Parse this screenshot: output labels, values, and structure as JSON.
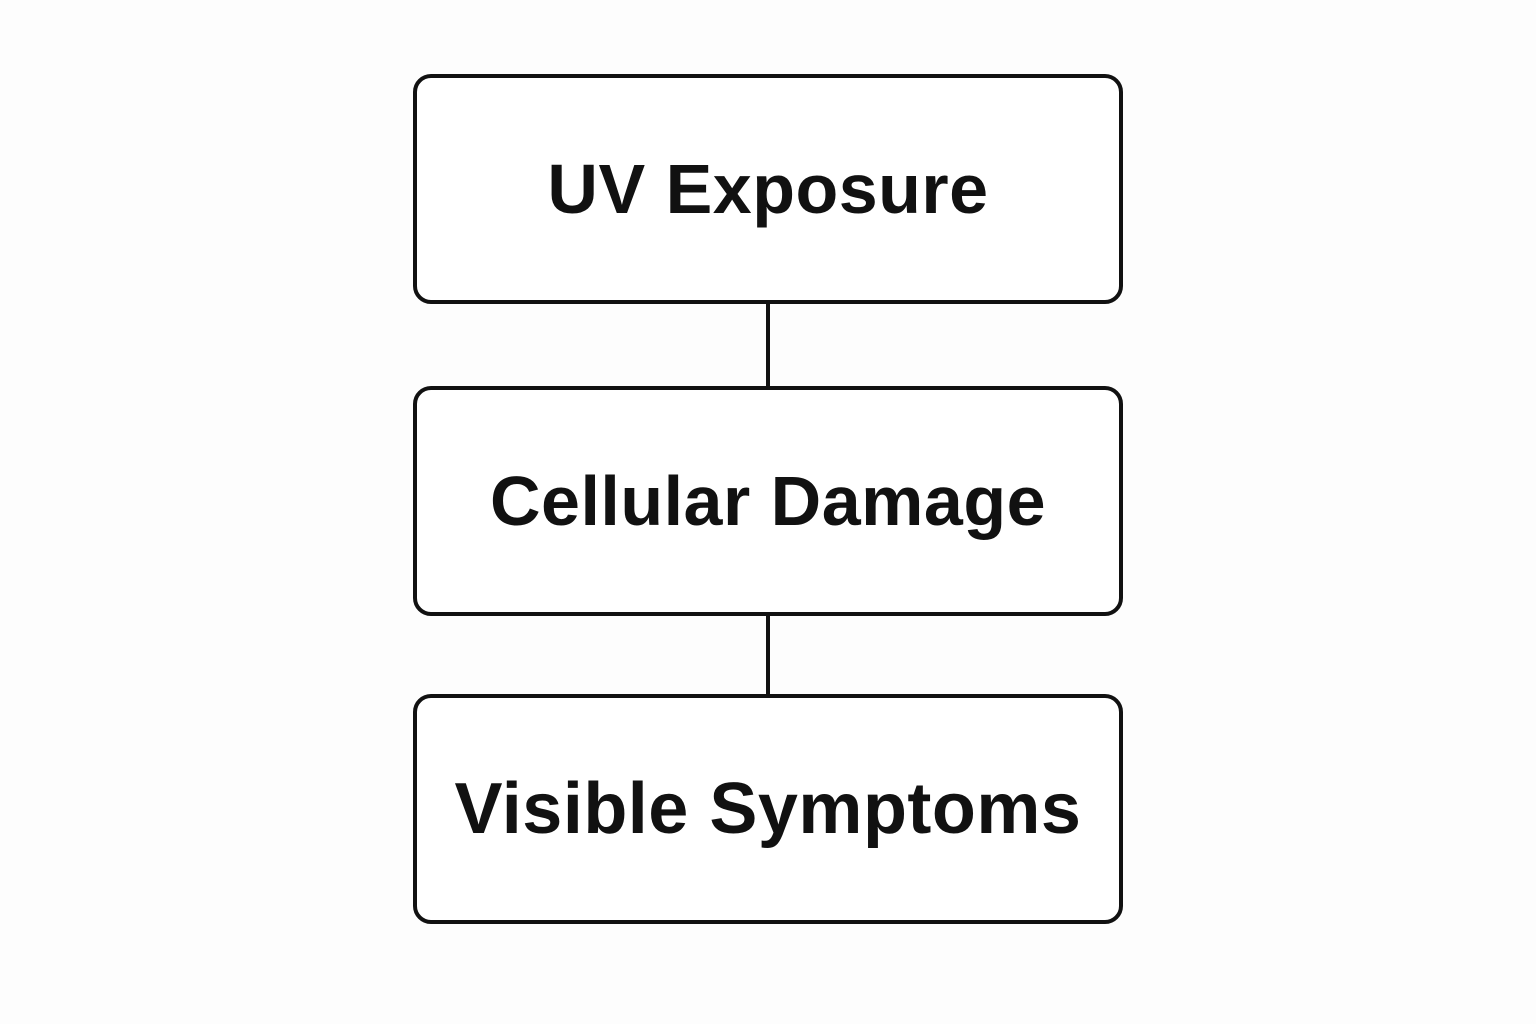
{
  "diagram": {
    "nodes": [
      {
        "label": "UV Exposure"
      },
      {
        "label": "Cellular Damage"
      },
      {
        "label": "Visible Symptoms"
      }
    ],
    "edges": [
      {
        "from": "UV Exposure",
        "to": "Cellular Damage"
      },
      {
        "from": "Cellular Damage",
        "to": "Visible Symptoms"
      }
    ]
  }
}
